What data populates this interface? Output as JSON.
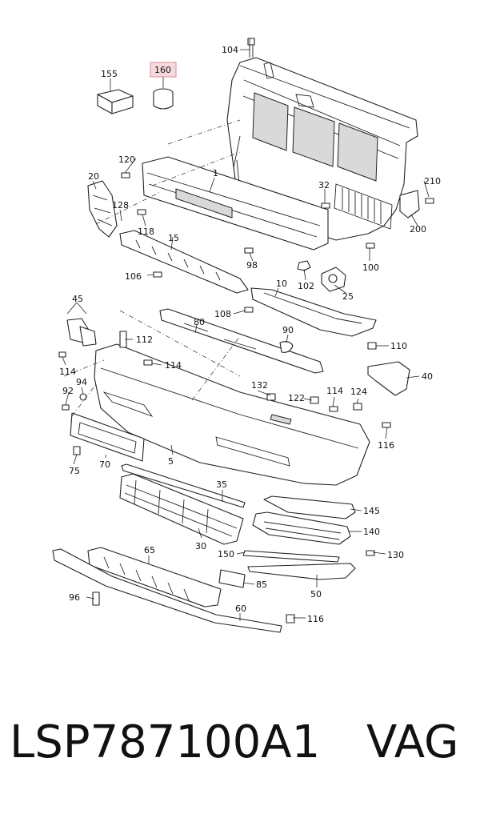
{
  "diagram": {
    "callouts": [
      {
        "id": "c104",
        "label": "104"
      },
      {
        "id": "c155",
        "label": "155"
      },
      {
        "id": "c160",
        "label": "160",
        "highlighted": true
      },
      {
        "id": "c120",
        "label": "120"
      },
      {
        "id": "c1",
        "label": "1"
      },
      {
        "id": "c20",
        "label": "20"
      },
      {
        "id": "c128",
        "label": "128"
      },
      {
        "id": "c118",
        "label": "118"
      },
      {
        "id": "c32",
        "label": "32"
      },
      {
        "id": "c210",
        "label": "210"
      },
      {
        "id": "c200",
        "label": "200"
      },
      {
        "id": "c15",
        "label": "15"
      },
      {
        "id": "c98",
        "label": "98"
      },
      {
        "id": "c100",
        "label": "100"
      },
      {
        "id": "c106",
        "label": "106"
      },
      {
        "id": "c102",
        "label": "102"
      },
      {
        "id": "c10",
        "label": "10"
      },
      {
        "id": "c25",
        "label": "25"
      },
      {
        "id": "c45",
        "label": "45"
      },
      {
        "id": "c108",
        "label": "108"
      },
      {
        "id": "c80",
        "label": "80"
      },
      {
        "id": "c90",
        "label": "90"
      },
      {
        "id": "c112",
        "label": "112"
      },
      {
        "id": "c110",
        "label": "110"
      },
      {
        "id": "c114a",
        "label": "114"
      },
      {
        "id": "c114b",
        "label": "114"
      },
      {
        "id": "c40",
        "label": "40"
      },
      {
        "id": "c132",
        "label": "132"
      },
      {
        "id": "c92",
        "label": "92"
      },
      {
        "id": "c94",
        "label": "94"
      },
      {
        "id": "c122",
        "label": "122"
      },
      {
        "id": "c114c",
        "label": "114"
      },
      {
        "id": "c124",
        "label": "124"
      },
      {
        "id": "c116a",
        "label": "116"
      },
      {
        "id": "c5",
        "label": "5"
      },
      {
        "id": "c70",
        "label": "70"
      },
      {
        "id": "c75",
        "label": "75"
      },
      {
        "id": "c35",
        "label": "35"
      },
      {
        "id": "c145",
        "label": "145"
      },
      {
        "id": "c30",
        "label": "30"
      },
      {
        "id": "c140",
        "label": "140"
      },
      {
        "id": "c65",
        "label": "65"
      },
      {
        "id": "c150",
        "label": "150"
      },
      {
        "id": "c130",
        "label": "130"
      },
      {
        "id": "c85",
        "label": "85"
      },
      {
        "id": "c50",
        "label": "50"
      },
      {
        "id": "c96",
        "label": "96"
      },
      {
        "id": "c60",
        "label": "60"
      },
      {
        "id": "c116b",
        "label": "116"
      }
    ],
    "highlight_color": "#f6d9dc"
  },
  "footer": {
    "part_number": "LSP787100A1",
    "brand": "VAG"
  }
}
